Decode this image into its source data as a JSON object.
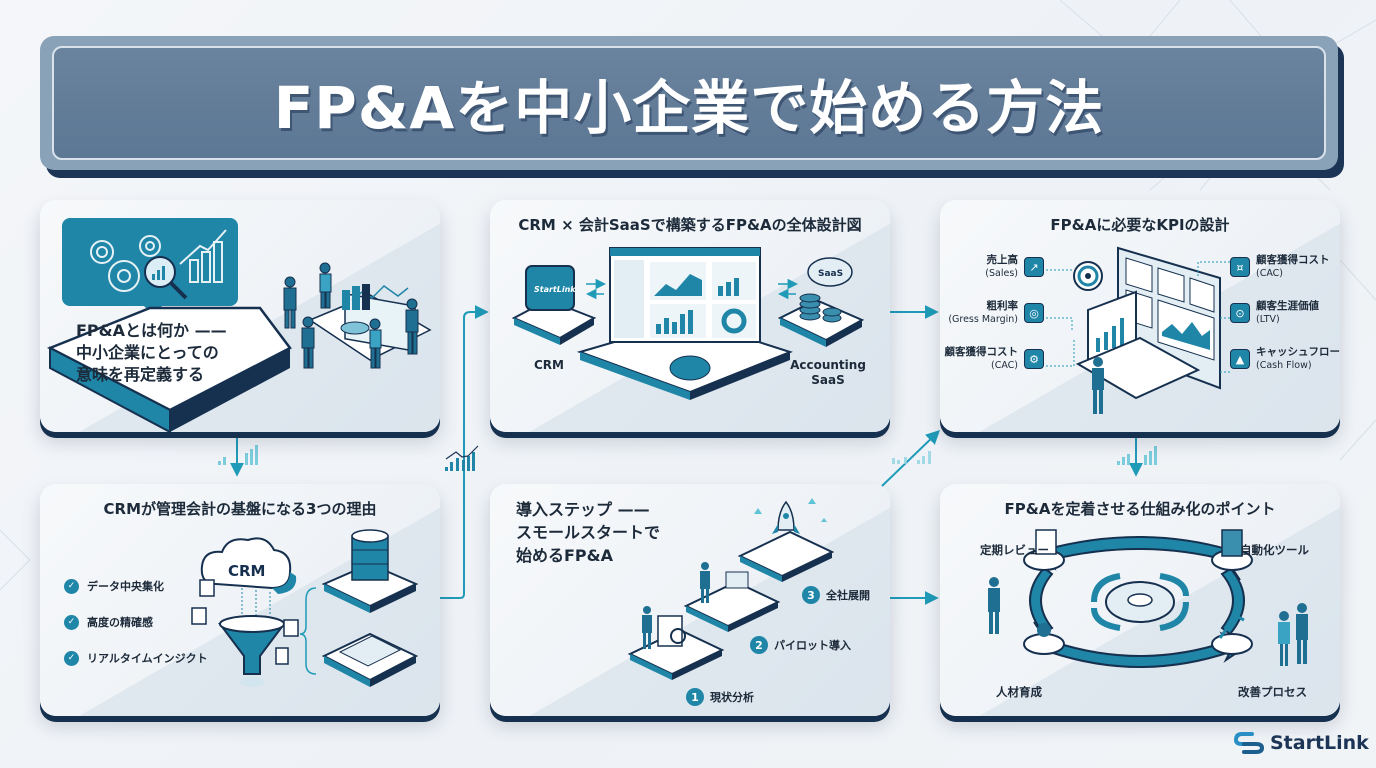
{
  "title": "FP&Aを中小企業で始める方法",
  "colors": {
    "accent": "#1f86a8",
    "navy": "#16304f",
    "banner": "#5c7794",
    "background": "#f1f4f7"
  },
  "panels": {
    "intro": {
      "lines": [
        "FP&Aとは何か ——",
        "中小企業にとっての",
        "意味を再定義する"
      ],
      "icons": [
        "gears-icon",
        "magnifier-chart-icon",
        "bar-chart-icon",
        "team-meeting-illustration"
      ]
    },
    "architecture": {
      "title": "CRM × 会計SaaSで構築するFP&Aの全体設計図",
      "crm_label": "CRM",
      "crm_badge": "StartLink",
      "saas_label_line1": "Accounting",
      "saas_label_line2": "SaaS",
      "cloud_text": "SaaS"
    },
    "kpi": {
      "title": "FP&Aに必要なKPIの設計",
      "left": [
        {
          "name": "売上高",
          "en": "(Sales)",
          "icon": "growth-chart-icon"
        },
        {
          "name": "粗利率",
          "en": "(Gress Margin)",
          "icon": "target-icon"
        },
        {
          "name": "顧客獲得コスト",
          "en": "(CAC)",
          "icon": "funnel-icon"
        }
      ],
      "right": [
        {
          "name": "顧客獲得コスト",
          "en": "(CAC)",
          "icon": "coins-icon"
        },
        {
          "name": "顧客生涯価値",
          "en": "(LTV)",
          "icon": "lifetime-value-icon"
        },
        {
          "name": "キャッシュフロー",
          "en": "(Cash Flow)",
          "icon": "cashflow-chart-icon"
        }
      ]
    },
    "crm_reasons": {
      "title": "CRMが管理会計の基盤になる3つの理由",
      "items": [
        "データ中央集化",
        "高度の精確感",
        "リアルタイムインジクト"
      ],
      "cloud_text": "CRM"
    },
    "steps": {
      "title_lines": [
        "導入ステップ ——",
        "スモールスタートで",
        "始めるFP&A"
      ],
      "items": [
        {
          "num": "1",
          "label": "現状分析"
        },
        {
          "num": "2",
          "label": "パイロット導入"
        },
        {
          "num": "3",
          "label": "全社展開"
        }
      ]
    },
    "cycle": {
      "title": "FP&Aを定着させる仕組み化のポイント",
      "labels": {
        "top_left": "定期レビュー",
        "top_right": "自動化ツール",
        "bottom_left": "人材育成",
        "bottom_right": "改善プロセス"
      }
    }
  },
  "logo": {
    "text": "StartLink"
  }
}
